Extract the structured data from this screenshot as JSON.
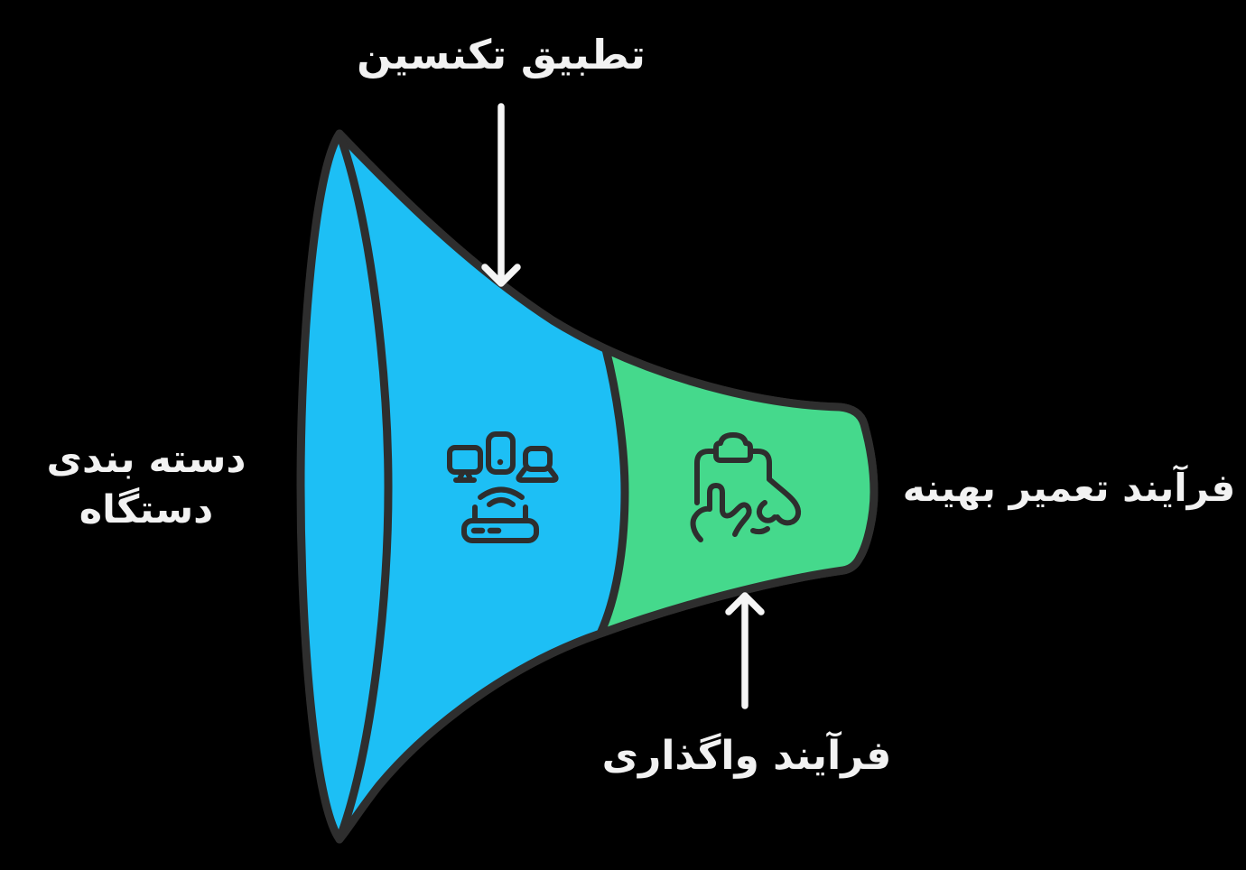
{
  "diagram": {
    "type": "horizontal-funnel-process",
    "background_color": "#000000",
    "outline_color": "#2e2e2e",
    "arrow_color": "#f5f5f5",
    "text_color": "#f2f2f2",
    "labels": {
      "technician_matching": "تطبیق تکنسین",
      "device_categorization_line1": "دسته بندی",
      "device_categorization_line2": "دستگاه",
      "optimal_repair_process": "فرآیند تعمیر بهینه",
      "handover_process": "فرآیند واگذاری"
    },
    "sections": [
      {
        "name": "device-categorization-stage",
        "color": "#1dbff5",
        "icon": "devices-network-icon"
      },
      {
        "name": "handover-stage",
        "color": "#45d98c",
        "icon": "clipboard-hand-icon"
      }
    ]
  }
}
